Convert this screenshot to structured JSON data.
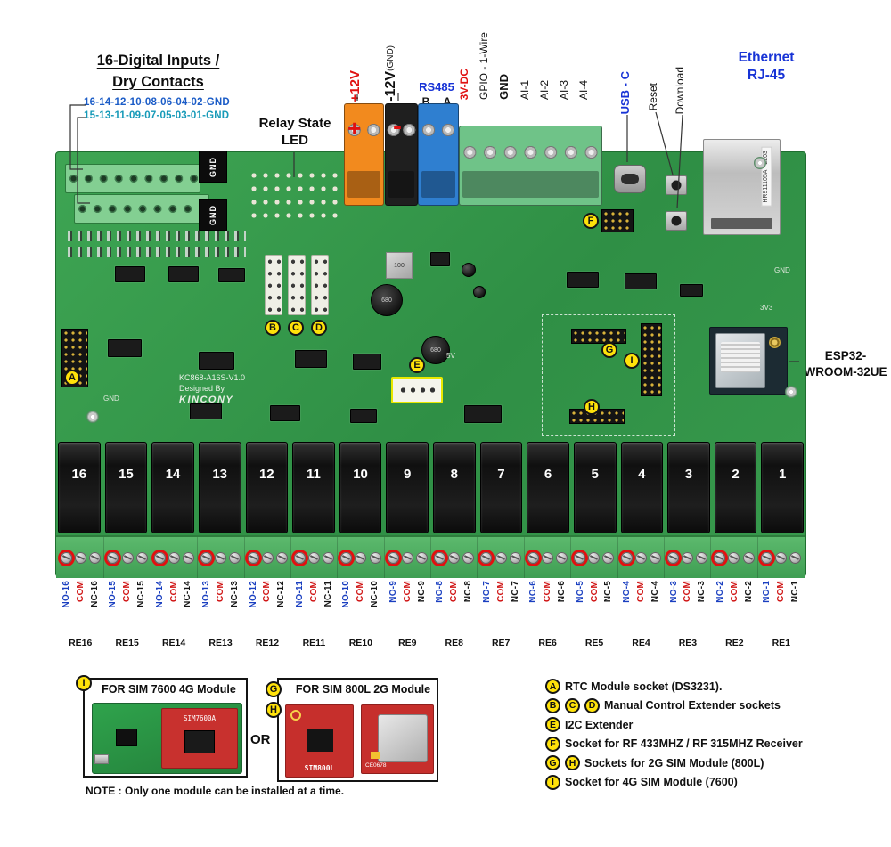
{
  "annotations": {
    "inputs_title_line1": "16-Digital Inputs /",
    "inputs_title_line2": "Dry Contacts",
    "inputs_row1": "16-14-12-10-08-06-04-02-GND",
    "inputs_row2": "15-13-11-09-07-05-03-01-GND",
    "relay_led_line1": "Relay State",
    "relay_led_line2": "LED",
    "plus12v": "+12V",
    "minus12v": "-12V",
    "minus12v_suffix": "(GND)",
    "rs485": "RS485",
    "rs485_b": "B",
    "rs485_a": "A",
    "v3dc": "3V-DC",
    "gpio_1wire": "GPIO - 1-Wire",
    "gnd": "GND",
    "ai_labels": [
      "AI-1",
      "AI-2",
      "AI-3",
      "AI-4"
    ],
    "usb_c": "USB - C",
    "reset": "Reset",
    "download": "Download",
    "ethernet_line1": "Ethernet",
    "ethernet_line2": "RJ-45",
    "esp32_line1": "ESP32-",
    "esp32_line2": "WROOM-32UE"
  },
  "board": {
    "gnd_block": "GND",
    "plus": "+",
    "minus": "-",
    "silk_model": "KC868-A16S-V1.0",
    "silk_designed": "Designed By",
    "silk_brand": "KINCONY",
    "silk_gnd": "GND",
    "silk_3v3": "3V3",
    "silk_5v": "5V",
    "eth_part": "HR911105A",
    "eth_year": "2203",
    "ind_100": "100",
    "ind_680": "680"
  },
  "markers": {
    "a": "A",
    "b": "B",
    "c": "C",
    "d": "D",
    "e": "E",
    "f": "F",
    "g": "G",
    "h": "H",
    "i": "I"
  },
  "relays": [
    {
      "num": "16",
      "no": "NO-16",
      "com": "COM",
      "nc": "NC-16",
      "re": "RE16"
    },
    {
      "num": "15",
      "no": "NO-15",
      "com": "COM",
      "nc": "NC-15",
      "re": "RE15"
    },
    {
      "num": "14",
      "no": "NO-14",
      "com": "COM",
      "nc": "NC-14",
      "re": "RE14"
    },
    {
      "num": "13",
      "no": "NO-13",
      "com": "COM",
      "nc": "NC-13",
      "re": "RE13"
    },
    {
      "num": "12",
      "no": "NO-12",
      "com": "COM",
      "nc": "NC-12",
      "re": "RE12"
    },
    {
      "num": "11",
      "no": "NO-11",
      "com": "COM",
      "nc": "NC-11",
      "re": "RE11"
    },
    {
      "num": "10",
      "no": "NO-10",
      "com": "COM",
      "nc": "NC-10",
      "re": "RE10"
    },
    {
      "num": "9",
      "no": "NO-9",
      "com": "COM",
      "nc": "NC-9",
      "re": "RE9"
    },
    {
      "num": "8",
      "no": "NO-8",
      "com": "COM",
      "nc": "NC-8",
      "re": "RE8"
    },
    {
      "num": "7",
      "no": "NO-7",
      "com": "COM",
      "nc": "NC-7",
      "re": "RE7"
    },
    {
      "num": "6",
      "no": "NO-6",
      "com": "COM",
      "nc": "NC-6",
      "re": "RE6"
    },
    {
      "num": "5",
      "no": "NO-5",
      "com": "COM",
      "nc": "NC-5",
      "re": "RE5"
    },
    {
      "num": "4",
      "no": "NO-4",
      "com": "COM",
      "nc": "NC-4",
      "re": "RE4"
    },
    {
      "num": "3",
      "no": "NO-3",
      "com": "COM",
      "nc": "NC-3",
      "re": "RE3"
    },
    {
      "num": "2",
      "no": "NO-2",
      "com": "COM",
      "nc": "NC-2",
      "re": "RE2"
    },
    {
      "num": "1",
      "no": "NO-1",
      "com": "COM",
      "nc": "NC-1",
      "re": "RE1"
    }
  ],
  "modules": {
    "box1_title": "FOR SIM 7600 4G Module",
    "box1_chip": "SIM7600A",
    "or_text": "OR",
    "box2_title": "FOR SIM 800L 2G Module",
    "box2_chip": "SIM800L",
    "box2_ce": "CE0678",
    "note": "NOTE : Only one module can be installed at a time."
  },
  "legend": [
    {
      "markers": [
        "A"
      ],
      "text": "RTC Module socket (DS3231)."
    },
    {
      "markers": [
        "B",
        "C",
        "D"
      ],
      "text": "Manual Control Extender sockets"
    },
    {
      "markers": [
        "E"
      ],
      "text": "I2C Extender"
    },
    {
      "markers": [
        "F"
      ],
      "text": "Socket for RF 433MHZ / RF 315MHZ Receiver"
    },
    {
      "markers": [
        "G",
        "H"
      ],
      "text": "Sockets for 2G SIM Module (800L)"
    },
    {
      "markers": [
        "I"
      ],
      "text": "Socket for 4G SIM Module (7600)"
    }
  ]
}
